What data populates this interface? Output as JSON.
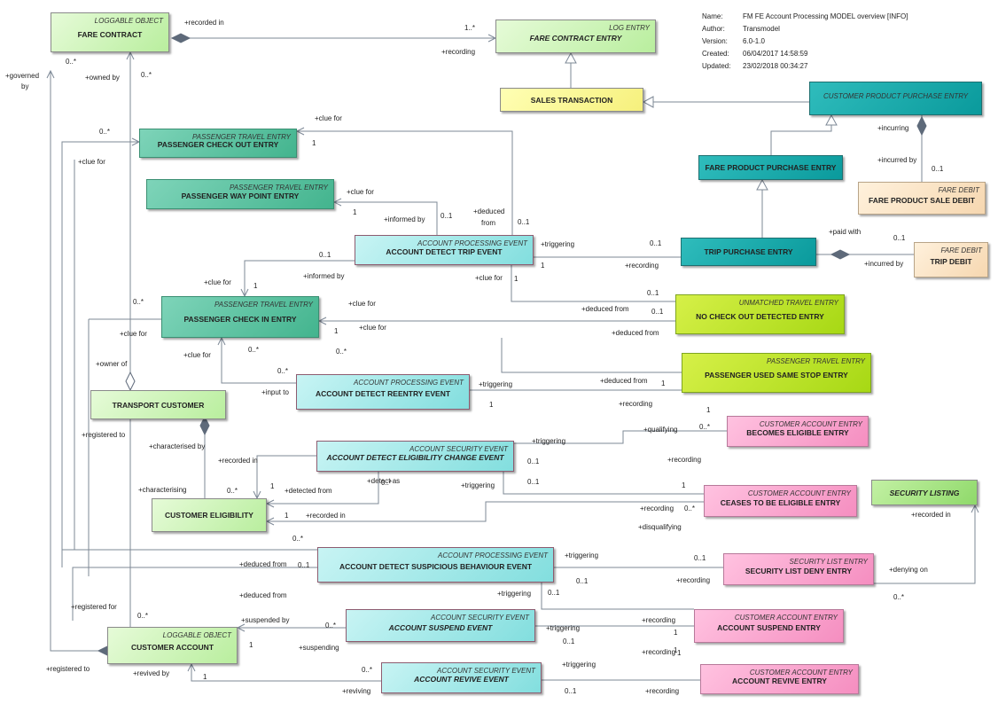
{
  "metadata": [
    {
      "key": "Name:",
      "value": "FM FE Account Processing MODEL overview [INFO]"
    },
    {
      "key": "Author:",
      "value": "Transmodel"
    },
    {
      "key": "Version:",
      "value": "6.0-1.0"
    },
    {
      "key": "Created:",
      "value": "06/04/2017 14:58:59"
    },
    {
      "key": "Updated:",
      "value": "23/02/2018 00:34:27"
    }
  ],
  "colors": {
    "line": "#7d8896",
    "diamond": "#5e6a7a"
  },
  "classes": [
    {
      "id": "fare_contract",
      "stereotype": "LOGGABLE OBJECT",
      "name": "FARE CONTRACT",
      "theme": "c-green"
    },
    {
      "id": "fare_contract_entry",
      "stereotype": "LOG ENTRY",
      "name": "FARE CONTRACT ENTRY",
      "theme": "c-green",
      "italic": true
    },
    {
      "id": "sales_transaction",
      "stereotype": "",
      "name": "SALES TRANSACTION",
      "theme": "c-yellow"
    },
    {
      "id": "customer_product_purchase_entry",
      "stereotype": "CUSTOMER PRODUCT PURCHASE ENTRY",
      "name": "",
      "theme": "c-dteal"
    },
    {
      "id": "fare_product_purchase_entry",
      "stereotype": "",
      "name": "FARE PRODUCT PURCHASE ENTRY",
      "theme": "c-dteal"
    },
    {
      "id": "fare_product_sale_debit",
      "stereotype": "FARE DEBIT",
      "name": "FARE PRODUCT SALE DEBIT",
      "theme": "c-peach"
    },
    {
      "id": "passenger_check_out_entry",
      "stereotype": "PASSENGER TRAVEL ENTRY",
      "name": "PASSENGER CHECK OUT ENTRY",
      "theme": "c-teal"
    },
    {
      "id": "passenger_way_point_entry",
      "stereotype": "PASSENGER TRAVEL ENTRY",
      "name": "PASSENGER WAY POINT ENTRY",
      "theme": "c-teal"
    },
    {
      "id": "account_detect_trip_event",
      "stereotype": "ACCOUNT PROCESSING EVENT",
      "name": "ACCOUNT DETECT TRIP EVENT",
      "theme": "c-cyan c-purple"
    },
    {
      "id": "trip_purchase_entry",
      "stereotype": "",
      "name": "TRIP PURCHASE ENTRY",
      "theme": "c-dteal"
    },
    {
      "id": "trip_debit",
      "stereotype": "FARE DEBIT",
      "name": "TRIP DEBIT",
      "theme": "c-peach"
    },
    {
      "id": "passenger_check_in_entry",
      "stereotype": "PASSENGER TRAVEL ENTRY",
      "name": "PASSENGER CHECK IN ENTRY",
      "theme": "c-teal"
    },
    {
      "id": "no_check_out_detected_entry",
      "stereotype": "UNMATCHED TRAVEL ENTRY",
      "name": "NO CHECK OUT DETECTED ENTRY",
      "theme": "c-lime"
    },
    {
      "id": "passenger_used_same_stop_entry",
      "stereotype": "PASSENGER TRAVEL ENTRY",
      "name": "PASSENGER USED SAME STOP ENTRY",
      "theme": "c-lime"
    },
    {
      "id": "account_detect_reentry_event",
      "stereotype": "ACCOUNT PROCESSING EVENT",
      "name": "ACCOUNT DETECT REENTRY EVENT",
      "theme": "c-cyan c-purple"
    },
    {
      "id": "transport_customer",
      "stereotype": "",
      "name": "TRANSPORT CUSTOMER",
      "theme": "c-green"
    },
    {
      "id": "becomes_eligible_entry",
      "stereotype": "CUSTOMER ACCOUNT ENTRY",
      "name": "BECOMES ELIGIBLE ENTRY",
      "theme": "c-pink"
    },
    {
      "id": "account_detect_eligibility_change_event",
      "stereotype": "ACCOUNT SECURITY EVENT",
      "name": "ACCOUNT DETECT ELIGIBILITY CHANGE EVENT",
      "theme": "c-cyan c-purple",
      "italic": true
    },
    {
      "id": "customer_eligibility",
      "stereotype": "",
      "name": "CUSTOMER ELIGIBILITY",
      "theme": "c-green"
    },
    {
      "id": "ceases_to_be_eligible_entry",
      "stereotype": "CUSTOMER ACCOUNT ENTRY",
      "name": "CEASES TO BE ELIGIBLE ENTRY",
      "theme": "c-pink"
    },
    {
      "id": "security_listing",
      "stereotype": "",
      "name": "SECURITY LISTING",
      "theme": "c-lgreen",
      "italic": true
    },
    {
      "id": "account_detect_suspicious_behaviour_event",
      "stereotype": "ACCOUNT PROCESSING EVENT",
      "name": "ACCOUNT DETECT SUSPICIOUS BEHAVIOUR EVENT",
      "theme": "c-cyan c-purple"
    },
    {
      "id": "security_list_deny_entry",
      "stereotype": "SECURITY LIST ENTRY",
      "name": "SECURITY LIST DENY ENTRY",
      "theme": "c-pink"
    },
    {
      "id": "account_suspend_event",
      "stereotype": "ACCOUNT SECURITY EVENT",
      "name": "ACCOUNT SUSPEND EVENT",
      "theme": "c-cyan c-purple",
      "italic": true
    },
    {
      "id": "account_suspend_entry",
      "stereotype": "CUSTOMER ACCOUNT ENTRY",
      "name": "ACCOUNT SUSPEND ENTRY",
      "theme": "c-pink"
    },
    {
      "id": "customer_account",
      "stereotype": "LOGGABLE OBJECT",
      "name": "CUSTOMER ACCOUNT",
      "theme": "c-green"
    },
    {
      "id": "account_revive_event",
      "stereotype": "ACCOUNT SECURITY EVENT",
      "name": "ACCOUNT REVIVE EVENT",
      "theme": "c-cyan c-purple",
      "italic": true
    },
    {
      "id": "account_revive_entry",
      "stereotype": "CUSTOMER ACCOUNT ENTRY",
      "name": "ACCOUNT REVIVE ENTRY",
      "theme": "c-pink"
    }
  ],
  "labels": [
    "+recorded in",
    "1..*",
    "+recording",
    "0..*",
    "+governed",
    "by",
    "0..*",
    "+owned by",
    "0..*",
    "+clue for",
    "+clue for",
    "1",
    "+clue for",
    "1",
    "+informed by",
    "0..1",
    "+deduced",
    "from",
    "0..1",
    "+triggering",
    "0..1",
    "+recording",
    "1",
    "+paid with",
    "0..1",
    "+incurred by",
    "+incurring",
    "+incurred by",
    "0..1",
    "0..1",
    "+clue for",
    "1",
    "+informed by",
    "+clue for",
    "1",
    "0..*",
    "+clue for",
    "0..1",
    "+deduced from",
    "0..1",
    "1",
    "+clue for",
    "+deduced from",
    "+clue for",
    "0..*",
    "0..*",
    "+owner of",
    "+clue for",
    "0..*",
    "+input to",
    "+triggering",
    "+deduced from",
    "1",
    "1",
    "+recording",
    "+registered to",
    "1",
    "+qualifying",
    "0..*",
    "+characterised by",
    "+recorded in",
    "+triggering",
    "0..1",
    "+recording",
    "+characterising",
    "0..*",
    "1",
    "+detected from",
    "+detect as",
    "0..*",
    "+triggering",
    "0..1",
    "1",
    "+recording",
    "0..*",
    "1",
    "+recorded in",
    "+disqualifying",
    "0..*",
    "+recorded in",
    "+deduced from",
    "0..1",
    "+triggering",
    "0..1",
    "0..1",
    "+recording",
    "+denying on",
    "+deduced from",
    "+triggering",
    "0..1",
    "0..*",
    "+registered for",
    "0..*",
    "+suspended by",
    "0..*",
    "1",
    "+suspending",
    "+triggering",
    "1",
    "0..1",
    "+recording",
    "1",
    "+recording",
    "+registered to",
    "+revived by",
    "1",
    "0..*",
    "+reviving",
    "+triggering",
    "1",
    "0..1",
    "+recording"
  ]
}
